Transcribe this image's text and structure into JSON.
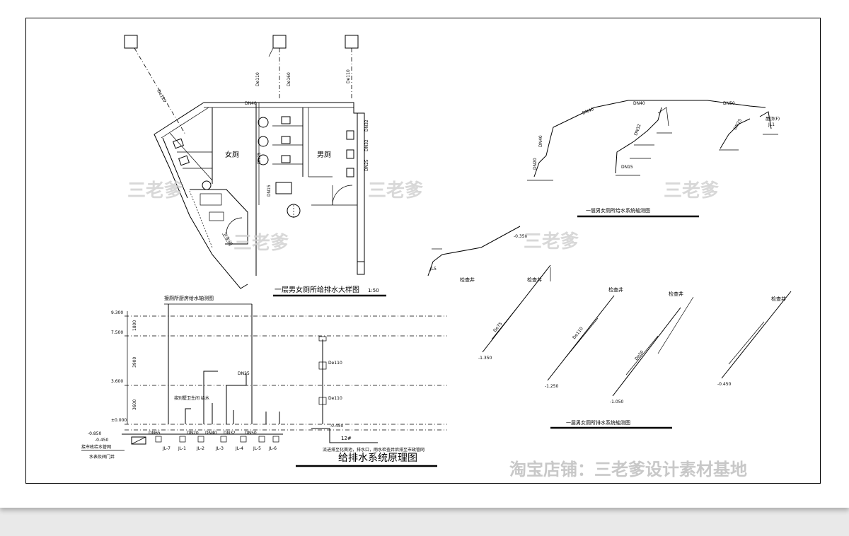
{
  "titles": {
    "floor_plan": "一层男女厕所给排水大样图",
    "floor_plan_scale": "1:50",
    "supply_axon": "一层男女厕所给水系统轴测图",
    "drain_axon": "一层男女厕所排水系统轴测图",
    "schematic": "给排水系统原理图"
  },
  "rooms": {
    "female": "女厕",
    "male": "男厕",
    "janitor": "卫生间"
  },
  "schematic": {
    "top_note": "接厕所厨房给水轴测图",
    "elevations": [
      "9.300",
      "7.500",
      "3.600",
      "±0.000",
      "-0.850",
      "-0.450"
    ],
    "dim_labels": [
      "1800",
      "3900",
      "3600"
    ],
    "pipe_labels": [
      "DN65",
      "DN20",
      "DN40",
      "DN32",
      "DN50",
      "DN25",
      "De110",
      "De110"
    ],
    "riser_tags": [
      "JL-1",
      "JL-2",
      "JL-3",
      "JL-4",
      "JL-5",
      "JL-6",
      "JL-7"
    ],
    "left_note_1": "接市政给水管网",
    "left_note_2": "水表及阀门井",
    "center_note": "接别墅卫生间\n给水",
    "drain_elev": "-0.450",
    "drain_tag": "12#",
    "bottom_note": "流进排至化粪池，排水口，雨水检查井后排至市政管网"
  },
  "supply_labels": [
    "DN40",
    "DN40",
    "DN50",
    "DN40",
    "DN32",
    "DN25",
    "DN15",
    "DN20",
    "JL1",
    "JL5",
    "屋顶(F)"
  ],
  "drain_labels": [
    "检查井",
    "检查井",
    "检查井",
    "检查井",
    "检查井",
    "De75",
    "De110",
    "De50",
    "-1.350",
    "-0.450",
    "-1.250",
    "-1.050",
    "-0.350"
  ],
  "watermarks": [
    "三老爹",
    "三老爹",
    "三老爹",
    "三老爹",
    "三老爹"
  ],
  "shop_mark": "淘宝店铺：三老爹设计素材基地"
}
